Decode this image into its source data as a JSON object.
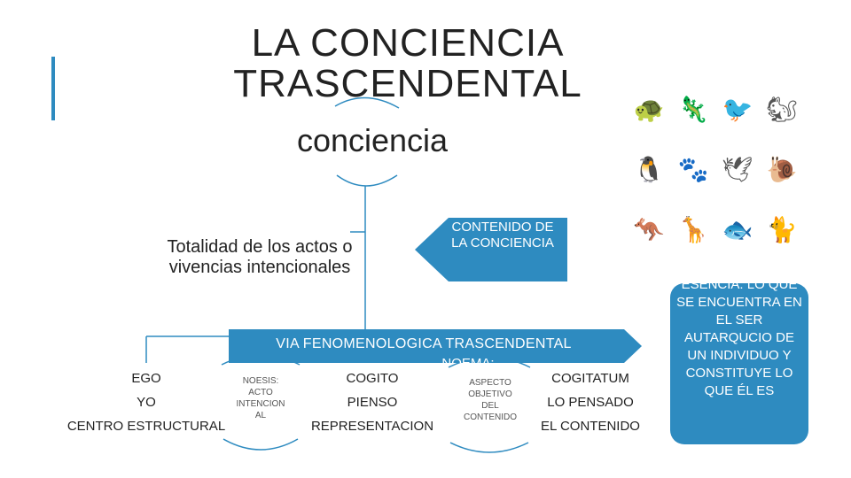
{
  "title": {
    "line1": "LA CONCIENCIA",
    "line2": "TRASCENDENTAL"
  },
  "root": "conciencia",
  "totality": "Totalidad de los actos o vivencias intencionales",
  "content_arrow": "CONTENIDO DE LA CONCIENCIA",
  "via": "VIA FENOMENOLOGICA TRASCENDENTAL",
  "noema": "NOEMA:",
  "left_column": {
    "r1": "EGO",
    "r2": "YO",
    "r3": "CENTRO ESTRUCTURAL"
  },
  "noesis": "NOESIS: ACTO INTENCION AL",
  "middle_column": {
    "r1": "COGITO",
    "r2": "PIENSO",
    "r3": "REPRESENTACION"
  },
  "aspecto": "ASPECTO OBJETIVO DEL CONTENIDO",
  "right_column": {
    "r1": "COGITATUM",
    "r2": "LO PENSADO",
    "r3": "EL CONTENIDO"
  },
  "essence": "ESENCIA: LO QUE SE ENCUENTRA EN EL SER AUTARQUCIO DE UN INDIVIDUO Y CONSTITUYE LO QUE ÉL ES",
  "colors": {
    "accent": "#2e8bc0",
    "line": "#2e8bc0"
  }
}
